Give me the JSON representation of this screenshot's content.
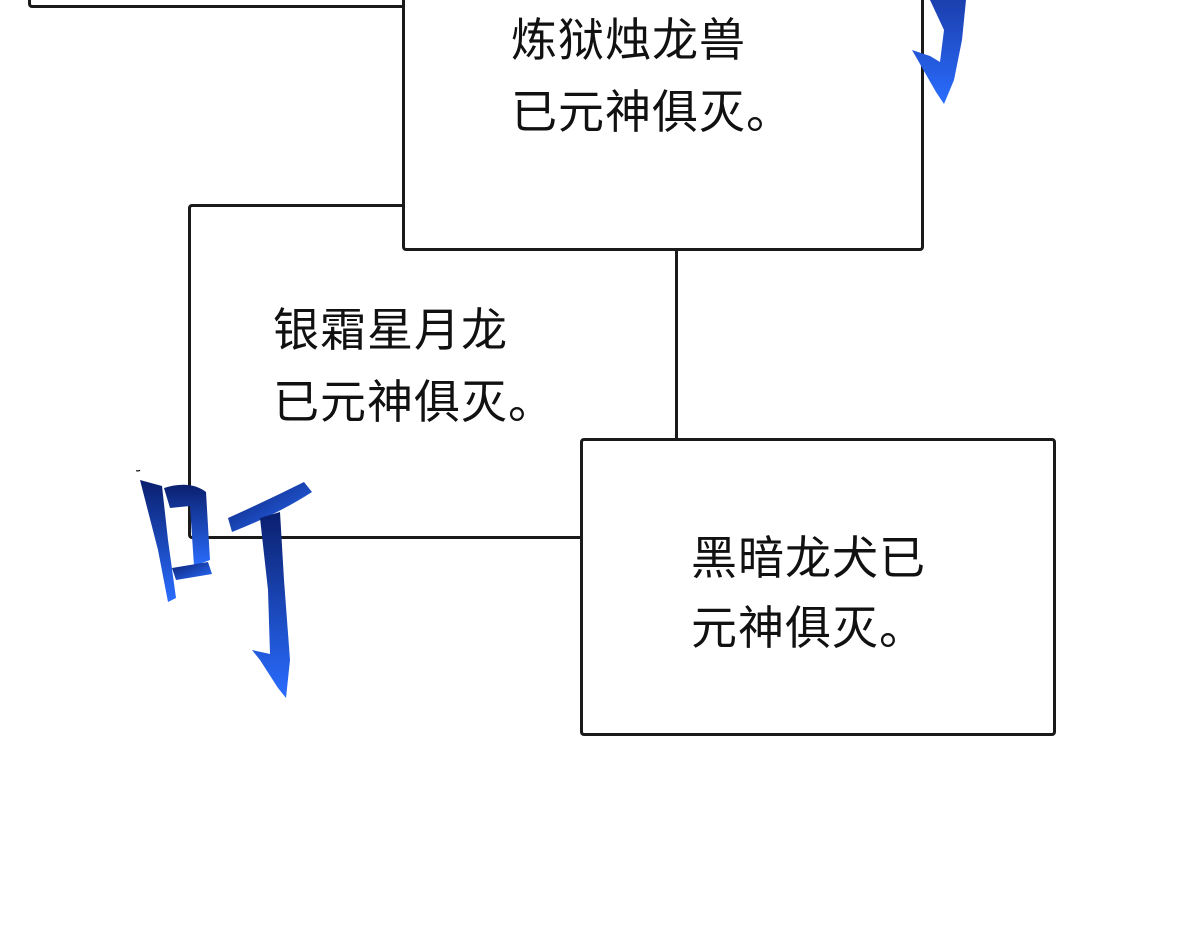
{
  "panels": {
    "box_a": {
      "line1": "炼狱烛龙兽",
      "line2": "已元神俱灭。"
    },
    "box_b": {
      "line1": "银霜星月龙",
      "line2": "已元神俱灭。"
    },
    "box_c": {
      "line1": "黑暗龙犬已",
      "line2": "元神俱灭。"
    }
  },
  "sound_effect": {
    "text": "叮",
    "color_dark": "#0a1f6e",
    "color_light": "#2a6dff"
  },
  "colors": {
    "border": "#1a1a1a",
    "text": "#111111",
    "background": "#ffffff"
  }
}
